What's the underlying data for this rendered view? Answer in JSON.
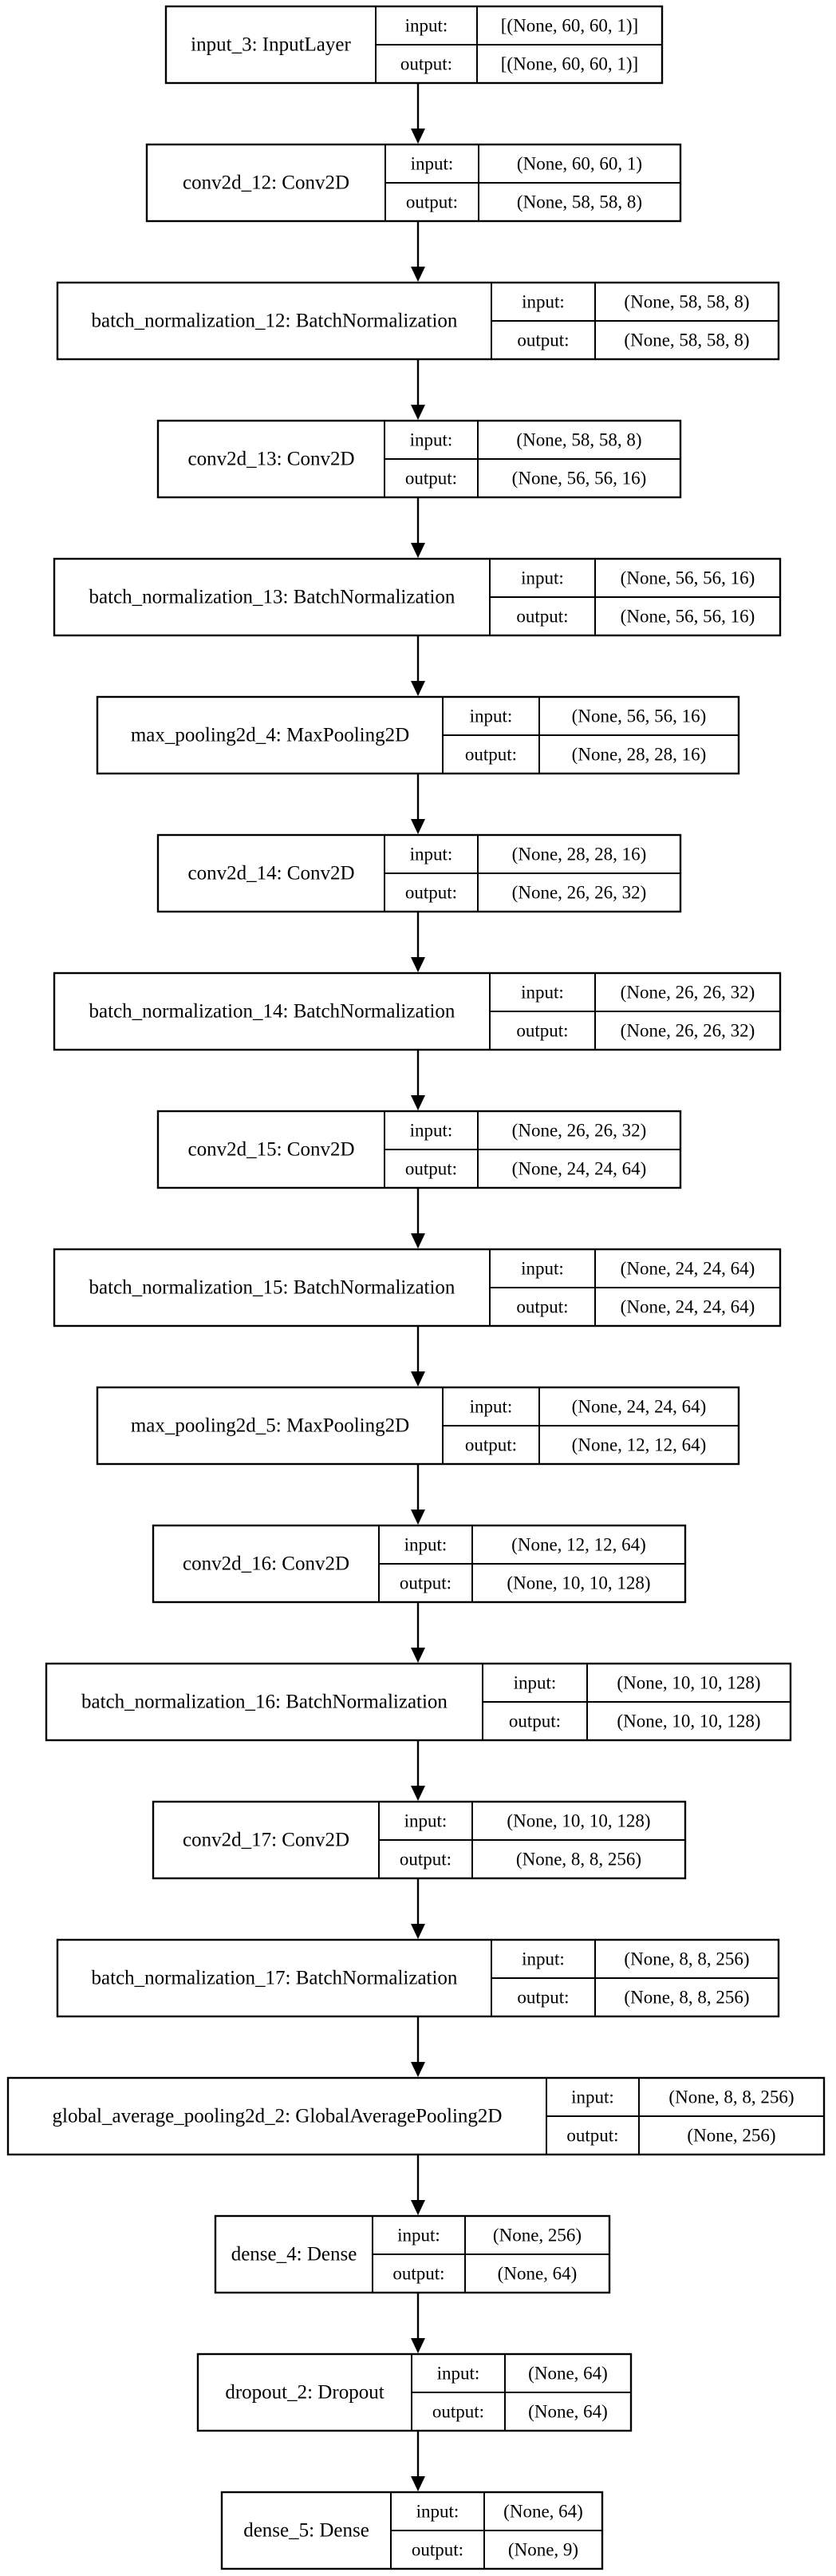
{
  "diagram": {
    "type": "keras-model-plot",
    "input_label": "input:",
    "output_label": "output:",
    "layers": [
      {
        "name": "input_3: InputLayer",
        "input": "[(None, 60, 60, 1)]",
        "output": "[(None, 60, 60, 1)]"
      },
      {
        "name": "conv2d_12: Conv2D",
        "input": "(None, 60, 60, 1)",
        "output": "(None, 58, 58, 8)"
      },
      {
        "name": "batch_normalization_12: BatchNormalization",
        "input": "(None, 58, 58, 8)",
        "output": "(None, 58, 58, 8)"
      },
      {
        "name": "conv2d_13: Conv2D",
        "input": "(None, 58, 58, 8)",
        "output": "(None, 56, 56, 16)"
      },
      {
        "name": "batch_normalization_13: BatchNormalization",
        "input": "(None, 56, 56, 16)",
        "output": "(None, 56, 56, 16)"
      },
      {
        "name": "max_pooling2d_4: MaxPooling2D",
        "input": "(None, 56, 56, 16)",
        "output": "(None, 28, 28, 16)"
      },
      {
        "name": "conv2d_14: Conv2D",
        "input": "(None, 28, 28, 16)",
        "output": "(None, 26, 26, 32)"
      },
      {
        "name": "batch_normalization_14: BatchNormalization",
        "input": "(None, 26, 26, 32)",
        "output": "(None, 26, 26, 32)"
      },
      {
        "name": "conv2d_15: Conv2D",
        "input": "(None, 26, 26, 32)",
        "output": "(None, 24, 24, 64)"
      },
      {
        "name": "batch_normalization_15: BatchNormalization",
        "input": "(None, 24, 24, 64)",
        "output": "(None, 24, 24, 64)"
      },
      {
        "name": "max_pooling2d_5: MaxPooling2D",
        "input": "(None, 24, 24, 64)",
        "output": "(None, 12, 12, 64)"
      },
      {
        "name": "conv2d_16: Conv2D",
        "input": "(None, 12, 12, 64)",
        "output": "(None, 10, 10, 128)"
      },
      {
        "name": "batch_normalization_16: BatchNormalization",
        "input": "(None, 10, 10, 128)",
        "output": "(None, 10, 10, 128)"
      },
      {
        "name": "conv2d_17: Conv2D",
        "input": "(None, 10, 10, 128)",
        "output": "(None, 8, 8, 256)"
      },
      {
        "name": "batch_normalization_17: BatchNormalization",
        "input": "(None, 8, 8, 256)",
        "output": "(None, 8, 8, 256)"
      },
      {
        "name": "global_average_pooling2d_2: GlobalAveragePooling2D",
        "input": "(None, 8, 8, 256)",
        "output": "(None, 256)"
      },
      {
        "name": "dense_4: Dense",
        "input": "(None, 256)",
        "output": "(None, 64)"
      },
      {
        "name": "dropout_2: Dropout",
        "input": "(None, 64)",
        "output": "(None, 64)"
      },
      {
        "name": "dense_5: Dense",
        "input": "(None, 64)",
        "output": "(None, 9)"
      }
    ]
  }
}
